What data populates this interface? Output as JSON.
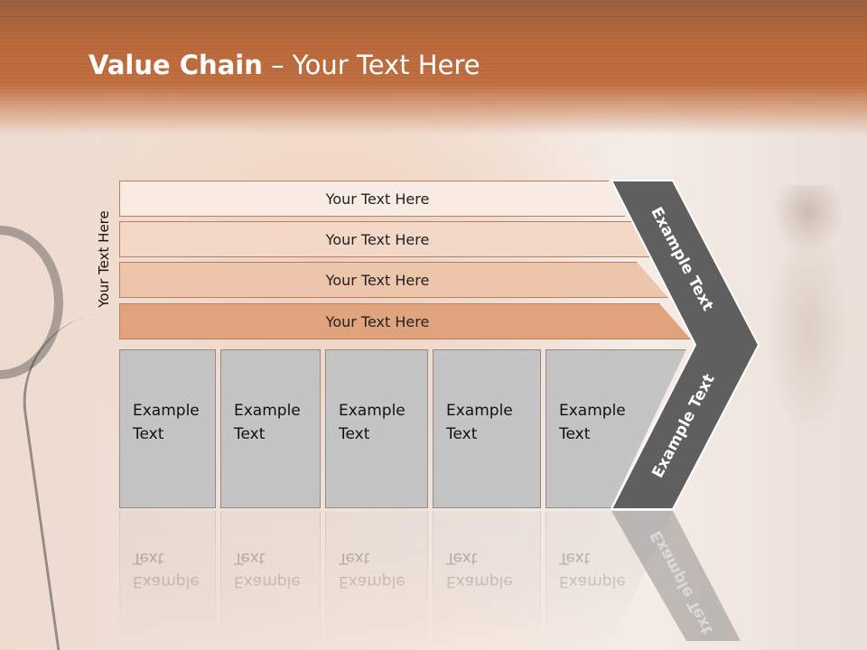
{
  "slide": {
    "title_bold": "Value Chain",
    "title_rest": " – Your Text Here",
    "side_label": "Your Text Here",
    "support_activities": [
      "Your Text Here",
      "Your Text Here",
      "Your Text Here",
      "Your Text Here"
    ],
    "primary_activities": [
      {
        "line1": "Example",
        "line2": "Text"
      },
      {
        "line1": "Example",
        "line2": "Text"
      },
      {
        "line1": "Example",
        "line2": "Text"
      },
      {
        "line1": "Example",
        "line2": "Text"
      },
      {
        "line1": "Example",
        "line2": "Text"
      }
    ],
    "chevron_top": "Example Text",
    "chevron_bottom": "Example Text",
    "colors": {
      "header": "#be6d3f",
      "bar_1": "#f8ebe3",
      "bar_2": "#f3d8c7",
      "bar_3": "#edc5ab",
      "bar_4": "#e0a37e",
      "box": "#c4c4c4",
      "chevron": "#5f5f5f"
    }
  }
}
